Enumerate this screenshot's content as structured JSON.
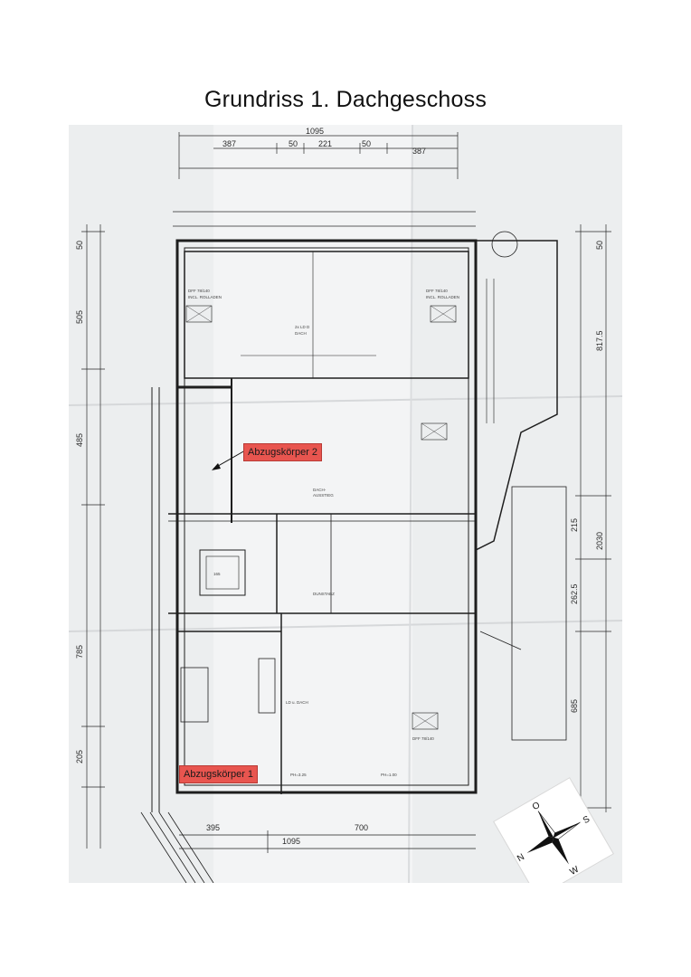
{
  "page": {
    "title": "Grundriss 1. Dachgeschoss"
  },
  "dimensions": {
    "top_total": "1095",
    "top_seg_1": "387",
    "top_seg_2": "50",
    "top_seg_3": "221",
    "top_seg_4": "50",
    "top_seg_5": "387",
    "bottom_total": "1095",
    "bottom_seg_1": "395",
    "bottom_seg_2": "700",
    "left_1": "505",
    "left_2": "50",
    "left_3": "485",
    "left_4": "785",
    "left_5": "205",
    "right_1": "50",
    "right_2": "817.5",
    "right_3": "215",
    "right_4": "2030",
    "right_5": "262.5",
    "right_6": "685"
  },
  "labels": {
    "extraction_2": "Abzugskörper 2",
    "extraction_1": "Abzugskörper 1"
  },
  "compass": {
    "n": "N",
    "o": "O",
    "s": "S",
    "w": "W"
  },
  "colors": {
    "tag": "#e8554f",
    "paper": "#eef0f1",
    "line": "#2a2a2a"
  }
}
